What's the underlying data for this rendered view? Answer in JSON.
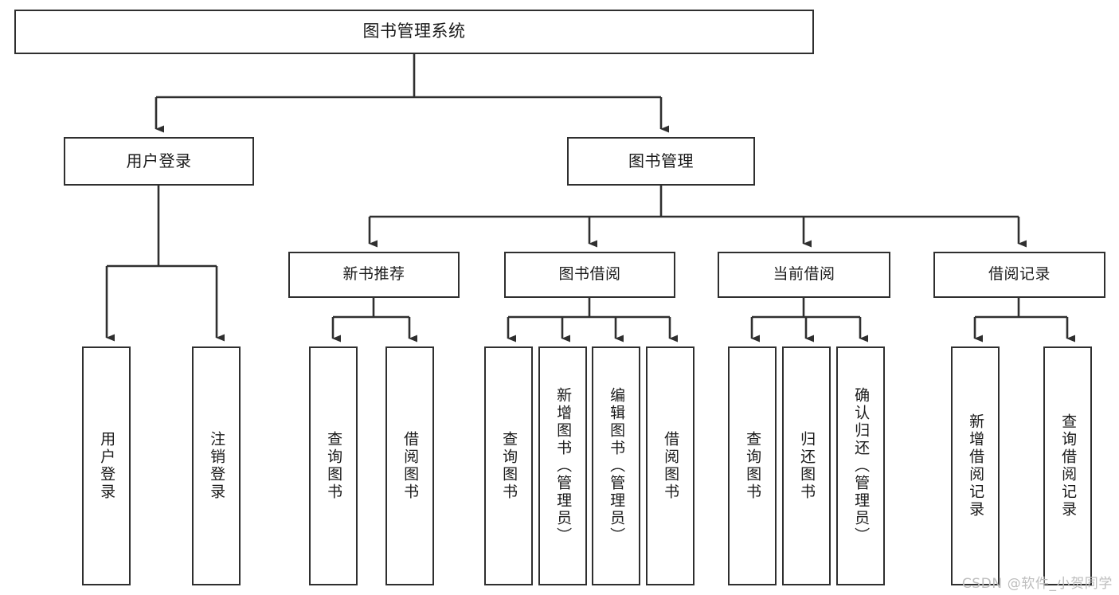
{
  "diagram": {
    "type": "tree",
    "title": "图书管理系统",
    "line_color": "#2f2f2f",
    "box_fill": "#ffffff",
    "text_color": "#1a1a1a",
    "watermark": "CSDN @软件_小贺同学",
    "nodes": {
      "root": {
        "label": "图书管理系统"
      },
      "level2": [
        {
          "id": "user-login",
          "label": "用户登录"
        },
        {
          "id": "book-manage",
          "label": "图书管理"
        }
      ],
      "level3": [
        {
          "id": "new-book-recommend",
          "label": "新书推荐"
        },
        {
          "id": "book-borrow",
          "label": "图书借阅"
        },
        {
          "id": "current-borrow",
          "label": "当前借阅"
        },
        {
          "id": "borrow-record",
          "label": "借阅记录"
        }
      ],
      "leaves": {
        "user-login": [
          {
            "id": "leaf-user-login",
            "label": "用户登录"
          },
          {
            "id": "leaf-logout-login",
            "label": "注销登录"
          }
        ],
        "new-book-recommend": [
          {
            "id": "leaf-query-book-1",
            "label": "查询图书"
          },
          {
            "id": "leaf-borrow-book-1",
            "label": "借阅图书"
          }
        ],
        "book-borrow": [
          {
            "id": "leaf-query-book-2",
            "label": "查询图书"
          },
          {
            "id": "leaf-add-book",
            "label": "新增图书（管理员）"
          },
          {
            "id": "leaf-edit-book",
            "label": "编辑图书（管理员）"
          },
          {
            "id": "leaf-borrow-book-2",
            "label": "借阅图书"
          }
        ],
        "current-borrow": [
          {
            "id": "leaf-query-book-3",
            "label": "查询图书"
          },
          {
            "id": "leaf-return-book",
            "label": "归还图书"
          },
          {
            "id": "leaf-confirm-return",
            "label": "确认归还（管理员）"
          }
        ],
        "borrow-record": [
          {
            "id": "leaf-add-record",
            "label": "新增借阅记录"
          },
          {
            "id": "leaf-query-record",
            "label": "查询借阅记录"
          }
        ]
      }
    }
  }
}
